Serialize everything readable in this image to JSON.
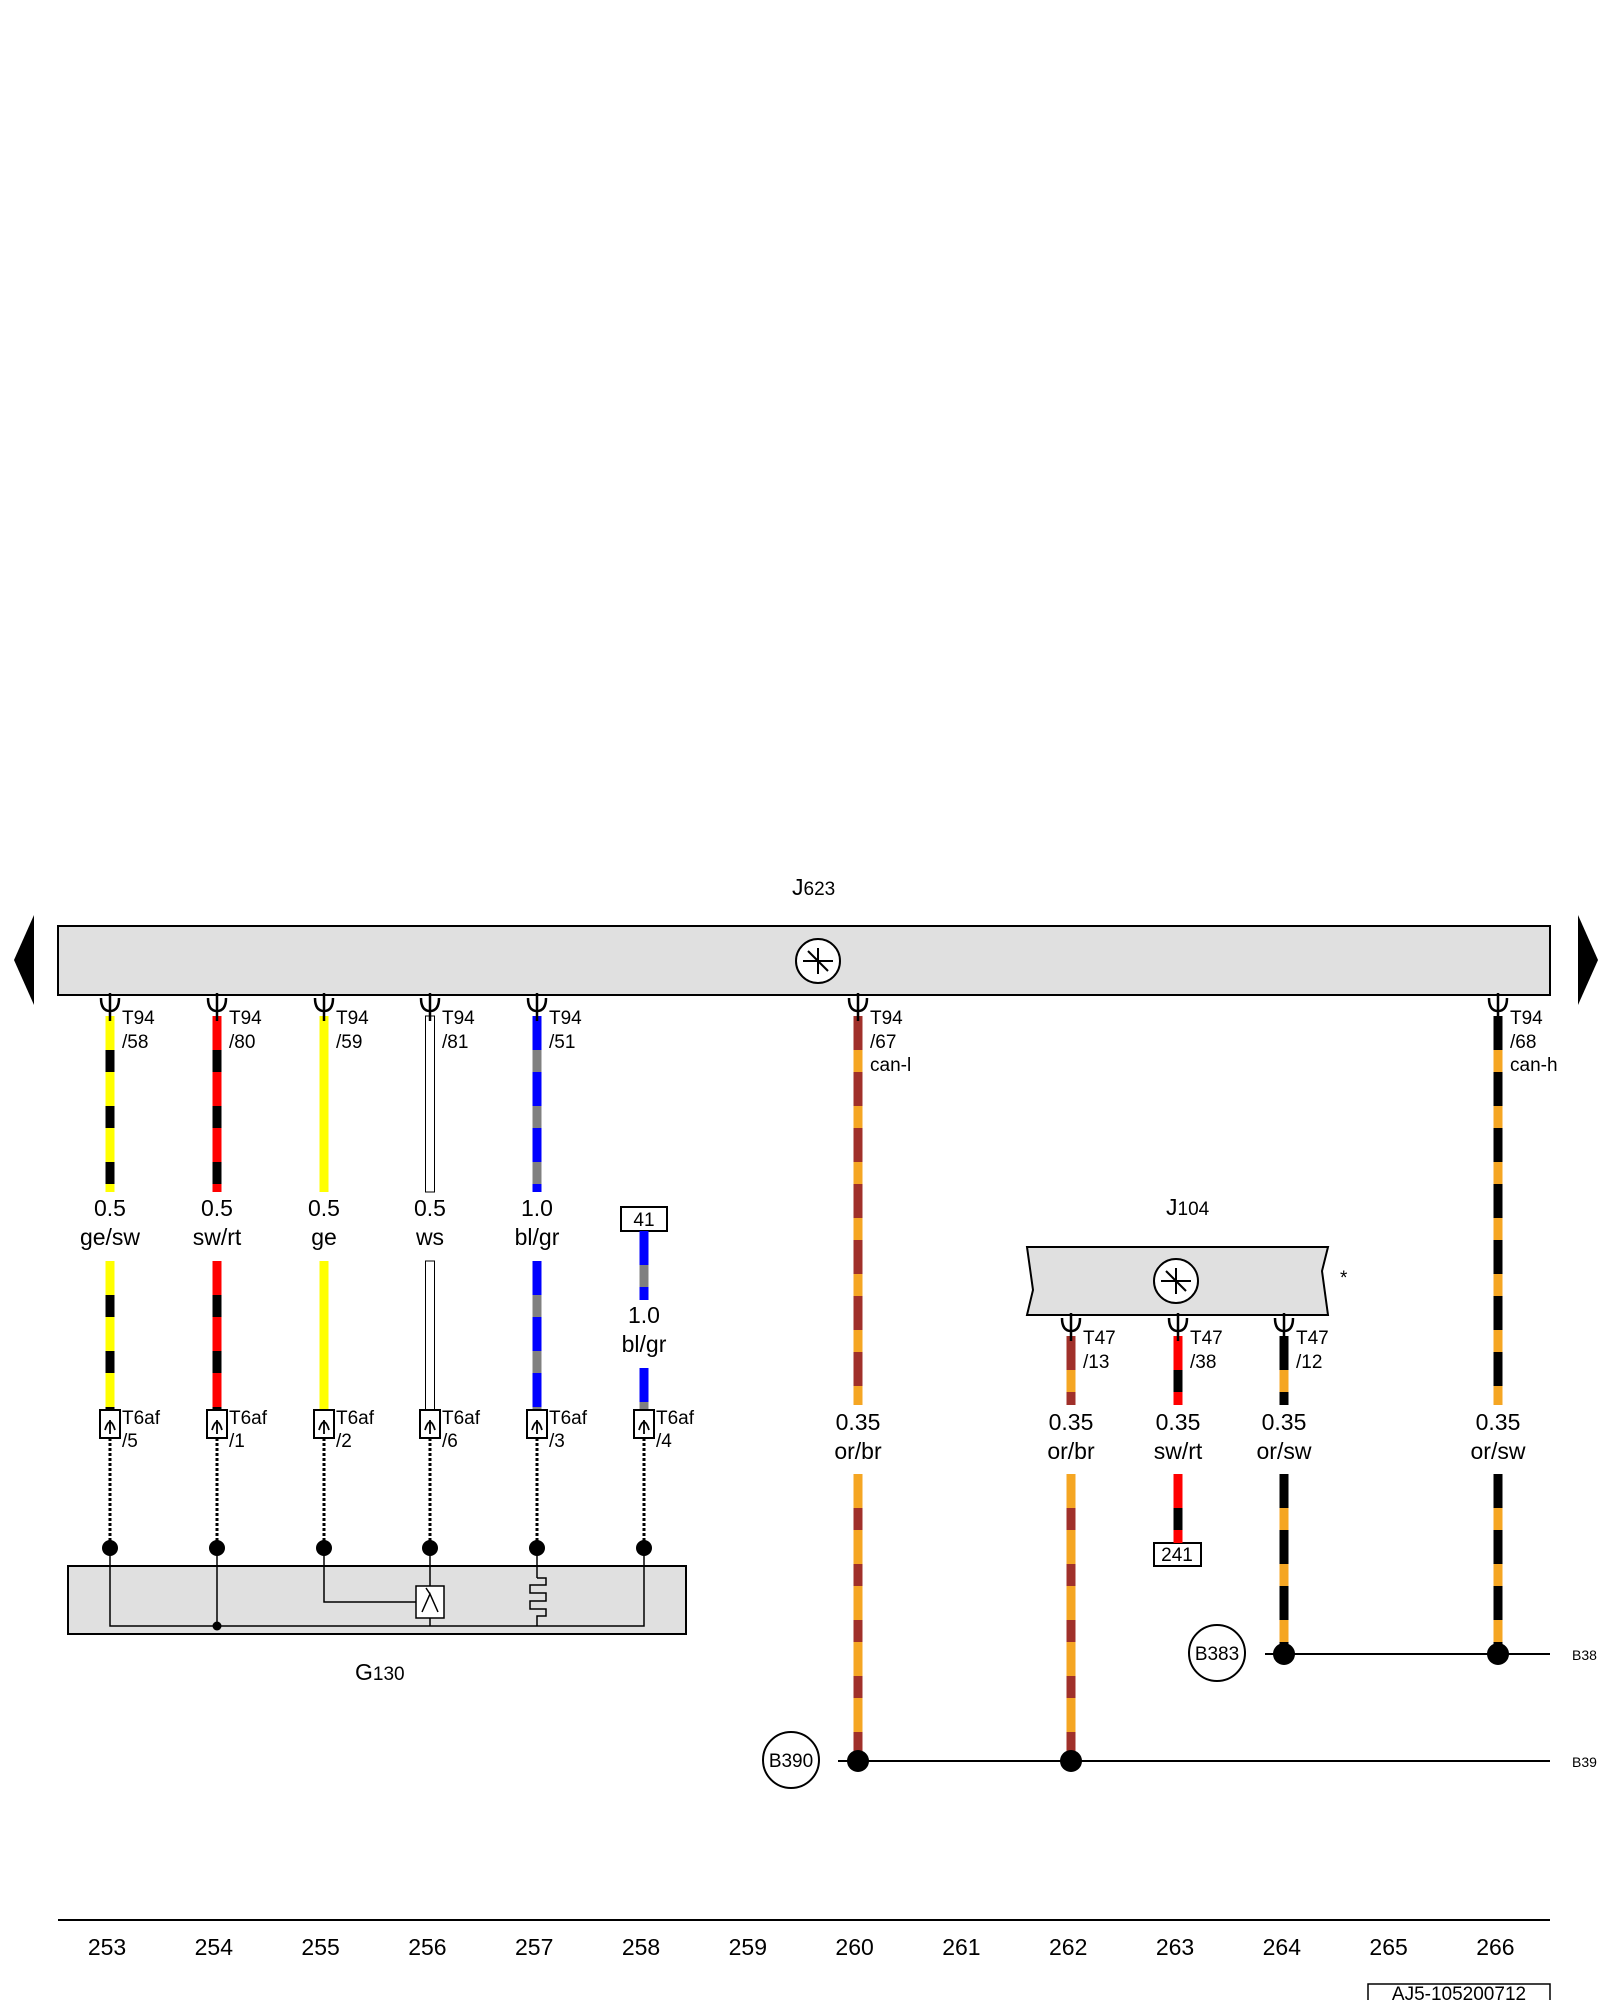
{
  "components": {
    "J623": {
      "letter": "J",
      "number": "623"
    },
    "J104": {
      "letter": "J",
      "number": "104",
      "asterisk": "*"
    },
    "G130": {
      "letter": "G",
      "number": "130"
    }
  },
  "upper_pins": [
    {
      "conn": "T94",
      "pin": "/58",
      "extra": ""
    },
    {
      "conn": "T94",
      "pin": "/80",
      "extra": ""
    },
    {
      "conn": "T94",
      "pin": "/59",
      "extra": ""
    },
    {
      "conn": "T94",
      "pin": "/81",
      "extra": ""
    },
    {
      "conn": "T94",
      "pin": "/51",
      "extra": ""
    },
    {
      "conn": "T94",
      "pin": "/67",
      "extra": "can-l"
    },
    {
      "conn": "T94",
      "pin": "/68",
      "extra": "can-h"
    }
  ],
  "j104_pins": [
    {
      "conn": "T47",
      "pin": "/13"
    },
    {
      "conn": "T47",
      "pin": "/38"
    },
    {
      "conn": "T47",
      "pin": "/12"
    }
  ],
  "g130_pins": [
    {
      "conn": "T6af",
      "pin": "/5"
    },
    {
      "conn": "T6af",
      "pin": "/1"
    },
    {
      "conn": "T6af",
      "pin": "/2"
    },
    {
      "conn": "T6af",
      "pin": "/6"
    },
    {
      "conn": "T6af",
      "pin": "/3"
    },
    {
      "conn": "T6af",
      "pin": "/4"
    }
  ],
  "wire_labels": [
    {
      "size": "0.5",
      "color": "ge/sw"
    },
    {
      "size": "0.5",
      "color": "sw/rt"
    },
    {
      "size": "0.5",
      "color": "ge"
    },
    {
      "size": "0.5",
      "color": "ws"
    },
    {
      "size": "1.0",
      "color": "bl/gr"
    },
    {
      "size": "1.0",
      "color": "bl/gr"
    },
    {
      "size": "0.35",
      "color": "or/br"
    },
    {
      "size": "0.35",
      "color": "or/br"
    },
    {
      "size": "0.35",
      "color": "sw/rt"
    },
    {
      "size": "0.35",
      "color": "or/sw"
    },
    {
      "size": "0.35",
      "color": "or/sw"
    }
  ],
  "refs": {
    "ref41": "41",
    "ref241": "241"
  },
  "junctions": {
    "B383": "B383",
    "B390": "B390",
    "edge_b383": "B38",
    "edge_b390": "B39"
  },
  "columns": [
    "253",
    "254",
    "255",
    "256",
    "257",
    "258",
    "259",
    "260",
    "261",
    "262",
    "263",
    "264",
    "265",
    "266"
  ],
  "doc_id": "AJ5-105200712",
  "colors": {
    "ge": "#ffff00",
    "sw": "#000000",
    "rt": "#ff0000",
    "ws": "#ffffff",
    "bl": "#0000ff",
    "gr": "#808080",
    "or": "#f5a623",
    "br": "#a0302a",
    "module_fill": "#e0e0e0"
  }
}
